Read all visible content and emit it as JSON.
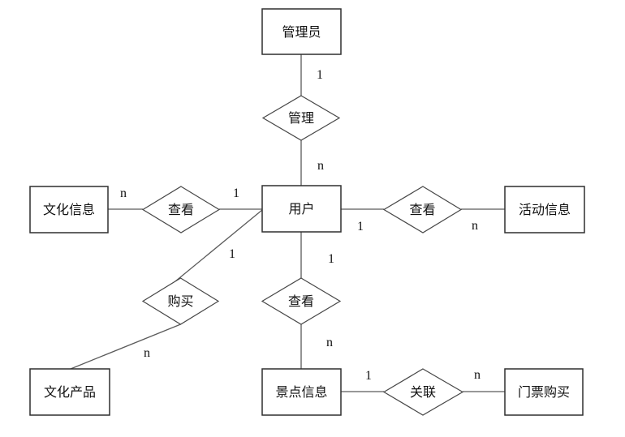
{
  "diagram": {
    "title": "ER diagram",
    "colors": {
      "background": "#ffffff",
      "entity_border": "#2f2f2f",
      "relationship_border": "#474747",
      "edge": "#5b5b5b",
      "text": "#111111"
    },
    "entities": {
      "admin": {
        "label": "管理员"
      },
      "user": {
        "label": "用户"
      },
      "culture_info": {
        "label": "文化信息"
      },
      "activity_info": {
        "label": "活动信息"
      },
      "culture_product": {
        "label": "文化产品"
      },
      "attraction_info": {
        "label": "景点信息"
      },
      "ticket_purchase": {
        "label": "门票购买"
      }
    },
    "relationships": {
      "manage": {
        "label": "管理"
      },
      "view_left": {
        "label": "查看"
      },
      "view_right": {
        "label": "查看"
      },
      "view_bottom": {
        "label": "查看"
      },
      "purchase": {
        "label": "购买"
      },
      "associate": {
        "label": "关联"
      }
    },
    "cardinalities": {
      "admin_manage": "1",
      "manage_user": "n",
      "culture_info_view": "n",
      "view_user_left": "1",
      "user_view_right": "1",
      "view_activity": "n",
      "user_view_bottom": "1",
      "view_attraction": "n",
      "user_purchase": "1",
      "purchase_product": "n",
      "attraction_assoc": "1",
      "assoc_ticket": "n"
    }
  }
}
